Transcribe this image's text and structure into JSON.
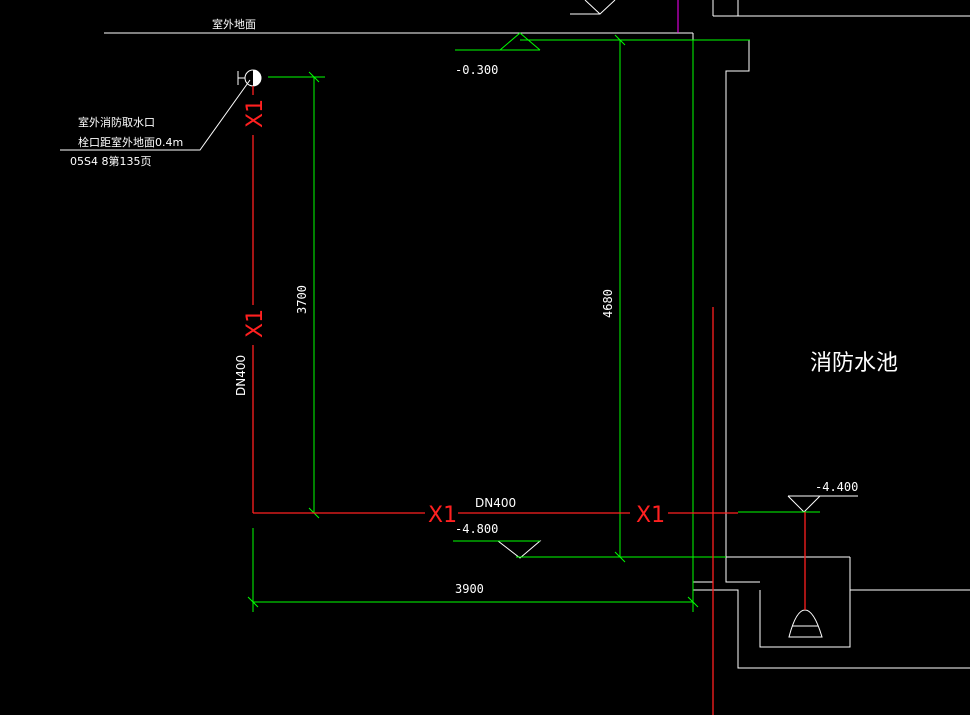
{
  "labels": {
    "ground": "室外地面",
    "ground_level": "-0.300",
    "intake_line1": "室外消防取水口",
    "intake_line2": "栓口距室外地面0.4m",
    "intake_line3": "05S4 8第135页",
    "pipe_size_vertical": "DN400",
    "pipe_size_horizontal": "DN400",
    "pipe_level": "-4.800",
    "pool_water_level": "-4.400",
    "pool_name": "消防水池",
    "pipe_tag": "X1"
  },
  "dimensions": {
    "vertical_short": "3700",
    "vertical_long": "4680",
    "horizontal": "3900"
  },
  "colors": {
    "background": "#000000",
    "outline": "#ffffff",
    "dimension": "#00ff00",
    "pipe": "#ff2020",
    "accent": "#ff00ff"
  }
}
